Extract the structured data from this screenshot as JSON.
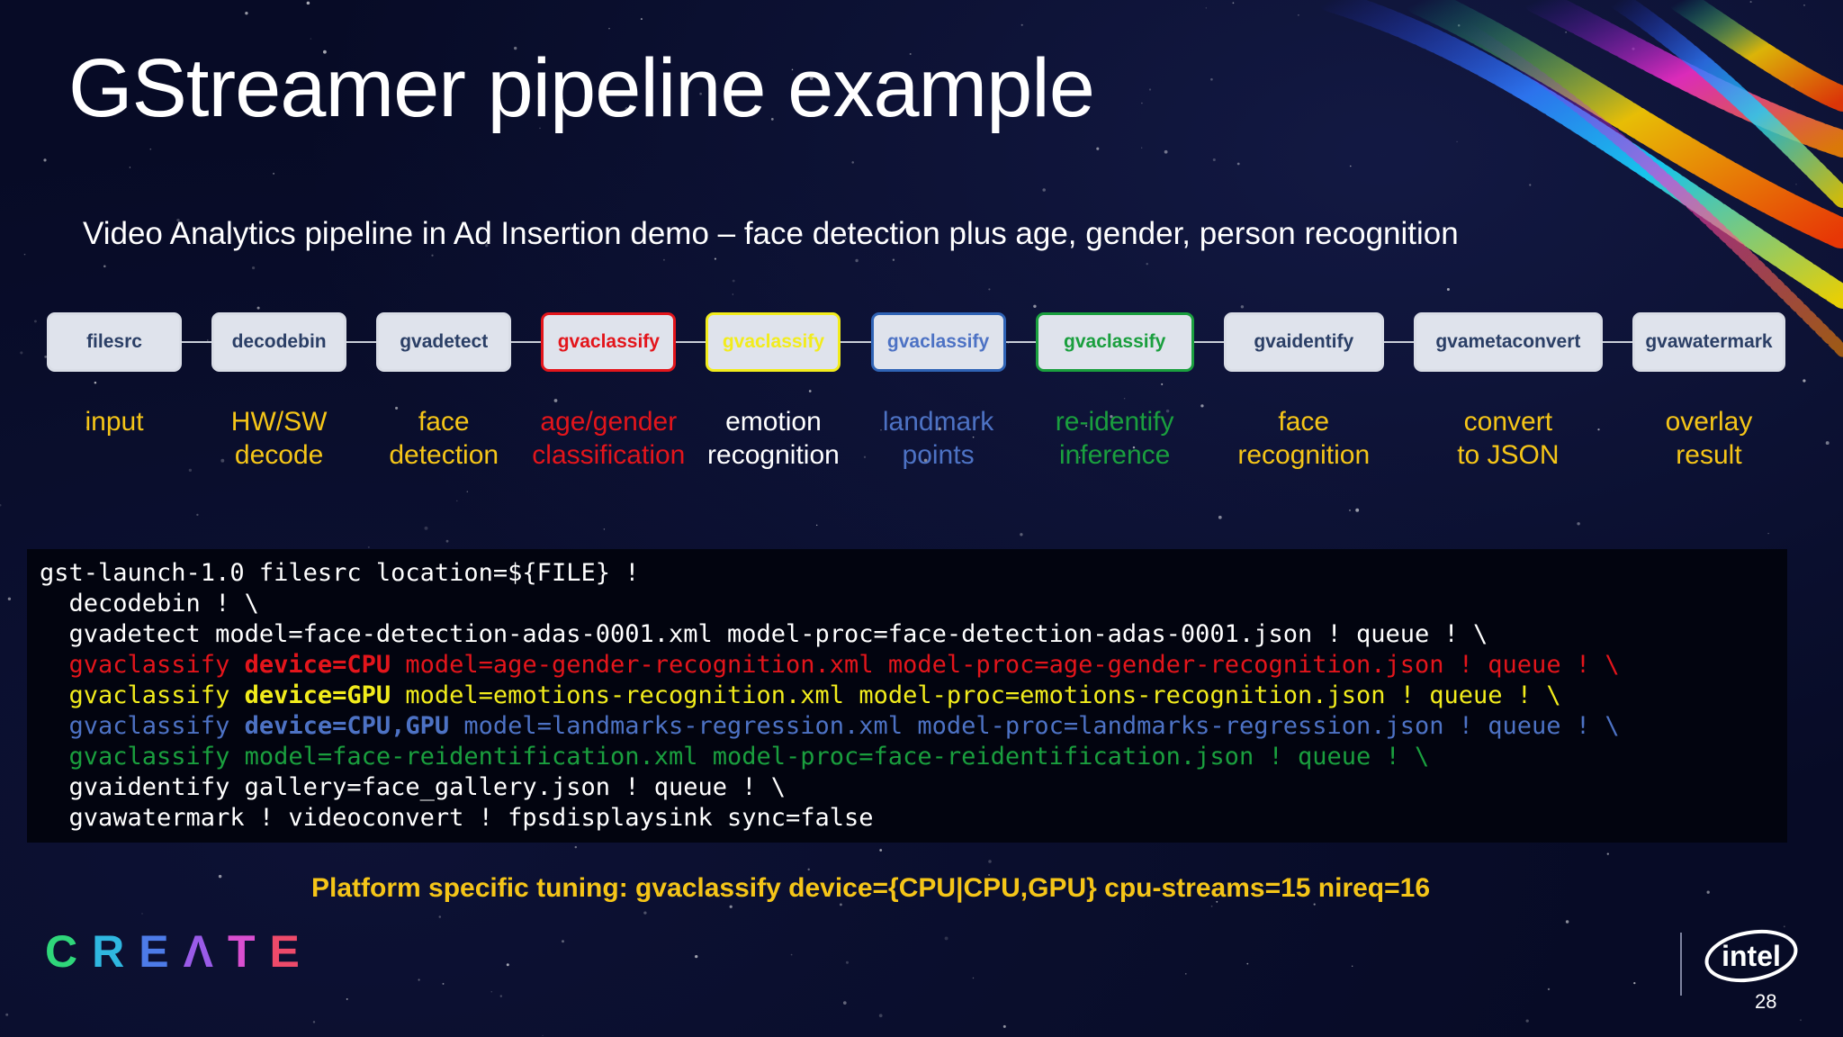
{
  "slide": {
    "title": "GStreamer pipeline example",
    "subtitle": "Video Analytics pipeline in Ad Insertion demo – face detection plus age, gender, person recognition",
    "page_number": "28"
  },
  "pipeline": {
    "elements": [
      {
        "name": "filesrc",
        "label_1": "input",
        "label_2": "",
        "text_color": "#2b3f66",
        "border_color": "#d9dde6",
        "label_color": "#f5c518"
      },
      {
        "name": "decodebin",
        "label_1": "HW/SW",
        "label_2": "decode",
        "text_color": "#2b3f66",
        "border_color": "#d9dde6",
        "label_color": "#f5c518"
      },
      {
        "name": "gvadetect",
        "label_1": "face",
        "label_2": "detection",
        "text_color": "#2b3f66",
        "border_color": "#d9dde6",
        "label_color": "#f5c518"
      },
      {
        "name": "gvaclassify",
        "label_1": "age/gender",
        "label_2": "classification",
        "text_color": "#e3151b",
        "border_color": "#e3151b",
        "label_color": "#e3151b"
      },
      {
        "name": "gvaclassify",
        "label_1": "emotion",
        "label_2": "recognition",
        "text_color": "#f2ec1c",
        "border_color": "#f2ec1c",
        "label_color": "#ffffff"
      },
      {
        "name": "gvaclassify",
        "label_1": "landmark",
        "label_2": "points",
        "text_color": "#4d72c4",
        "border_color": "#2f63b5",
        "label_color": "#4d72c4"
      },
      {
        "name": "gvaclassify",
        "label_1": "re-identify",
        "label_2": "inference",
        "text_color": "#1a9f3e",
        "border_color": "#1a9f3e",
        "label_color": "#1a9f3e"
      },
      {
        "name": "gvaidentify",
        "label_1": "face",
        "label_2": "recognition",
        "text_color": "#2b3f66",
        "border_color": "#d9dde6",
        "label_color": "#f5c518"
      },
      {
        "name": "gvametaconvert",
        "label_1": "convert",
        "label_2": "to JSON",
        "text_color": "#2b3f66",
        "border_color": "#d9dde6",
        "label_color": "#f5c518"
      },
      {
        "name": "gvawatermark",
        "label_1": "overlay",
        "label_2": "result",
        "text_color": "#2b3f66",
        "border_color": "#d9dde6",
        "label_color": "#f5c518"
      }
    ]
  },
  "code": {
    "lines": [
      {
        "color": "#ffffff",
        "parts": [
          {
            "t": "gst-launch-1.0 filesrc location=${FILE} !",
            "b": false
          }
        ]
      },
      {
        "color": "#ffffff",
        "parts": [
          {
            "t": "  decodebin ! \\",
            "b": false
          }
        ]
      },
      {
        "color": "#ffffff",
        "parts": [
          {
            "t": "  gvadetect model=face-detection-adas-0001.xml model-proc=face-detection-adas-0001.json ! queue ! \\",
            "b": false
          }
        ]
      },
      {
        "color": "#e3151b",
        "parts": [
          {
            "t": "  gvaclassify ",
            "b": false
          },
          {
            "t": "device=CPU",
            "b": true
          },
          {
            "t": " model=age-gender-recognition.xml model-proc=age-gender-recognition.json ! queue ! \\",
            "b": false
          }
        ]
      },
      {
        "color": "#f2ec1c",
        "parts": [
          {
            "t": "  gvaclassify ",
            "b": false
          },
          {
            "t": "device=GPU",
            "b": true
          },
          {
            "t": " model=emotions-recognition.xml model-proc=emotions-recognition.json ! queue ! \\",
            "b": false
          }
        ]
      },
      {
        "color": "#4d72c4",
        "parts": [
          {
            "t": "  gvaclassify ",
            "b": false
          },
          {
            "t": "device=CPU,GPU",
            "b": true
          },
          {
            "t": " model=landmarks-regression.xml model-proc=landmarks-regression.json ! queue ! \\",
            "b": false
          }
        ]
      },
      {
        "color": "#1a9f3e",
        "parts": [
          {
            "t": "  gvaclassify model=face-reidentification.xml model-proc=face-reidentification.json ! queue ! \\",
            "b": false
          }
        ]
      },
      {
        "color": "#ffffff",
        "parts": [
          {
            "t": "  gvaidentify gallery=face_gallery.json ! queue ! \\",
            "b": false
          }
        ]
      },
      {
        "color": "#ffffff",
        "parts": [
          {
            "t": "  gvawatermark ! videoconvert ! fpsdisplaysink sync=false",
            "b": false
          }
        ]
      }
    ]
  },
  "tuning": {
    "text": "Platform specific tuning: gvaclassify  device={CPU|CPU,GPU}  cpu-streams=15  nireq=16"
  },
  "branding": {
    "create_letters": [
      {
        "ch": "C",
        "color": "#2fd67a"
      },
      {
        "ch": "R",
        "color": "#2fb7e0"
      },
      {
        "ch": "E",
        "color": "#4d7be8"
      },
      {
        "ch": "Λ",
        "color": "#9a5be8"
      },
      {
        "ch": "T",
        "color": "#d94fd0"
      },
      {
        "ch": "E",
        "color": "#ee4a6a"
      }
    ],
    "intel_logo": "intel"
  },
  "colors": {
    "background": "#070b26",
    "accent_yellow": "#f5c518",
    "red": "#e3151b",
    "yellow": "#f2ec1c",
    "blue": "#4d72c4",
    "green": "#1a9f3e"
  }
}
